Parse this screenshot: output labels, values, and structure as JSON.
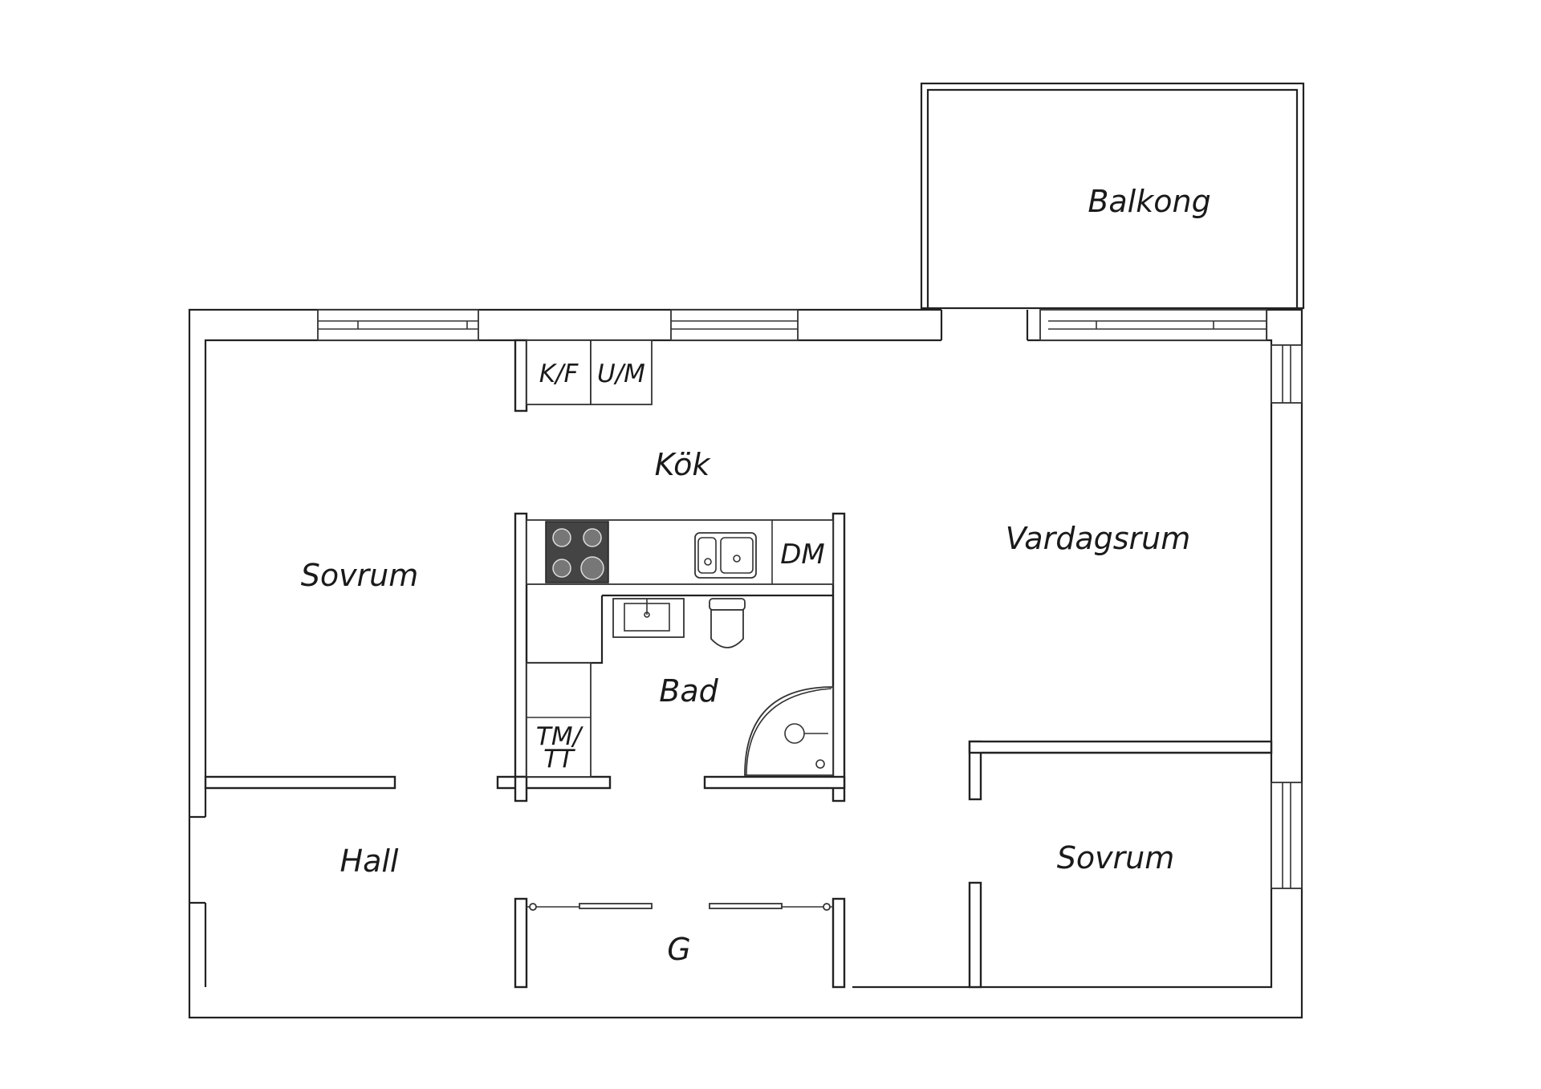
{
  "rooms": {
    "balkong": "Balkong",
    "kok": "Kök",
    "vardagsrum": "Vardagsrum",
    "sovrum_left": "Sovrum",
    "sovrum_right": "Sovrum",
    "bad": "Bad",
    "hall": "Hall",
    "garderob": "G"
  },
  "fixtures": {
    "kyl_frys": "K/F",
    "ugn_mikro": "U/M",
    "diskmaskin": "DM",
    "tvattmaskin_line1": "TM/",
    "tvattmaskin_line2": "TT"
  },
  "colors": {
    "wall_stroke": "#222222",
    "stove_top": "#444444",
    "background": "#ffffff"
  }
}
